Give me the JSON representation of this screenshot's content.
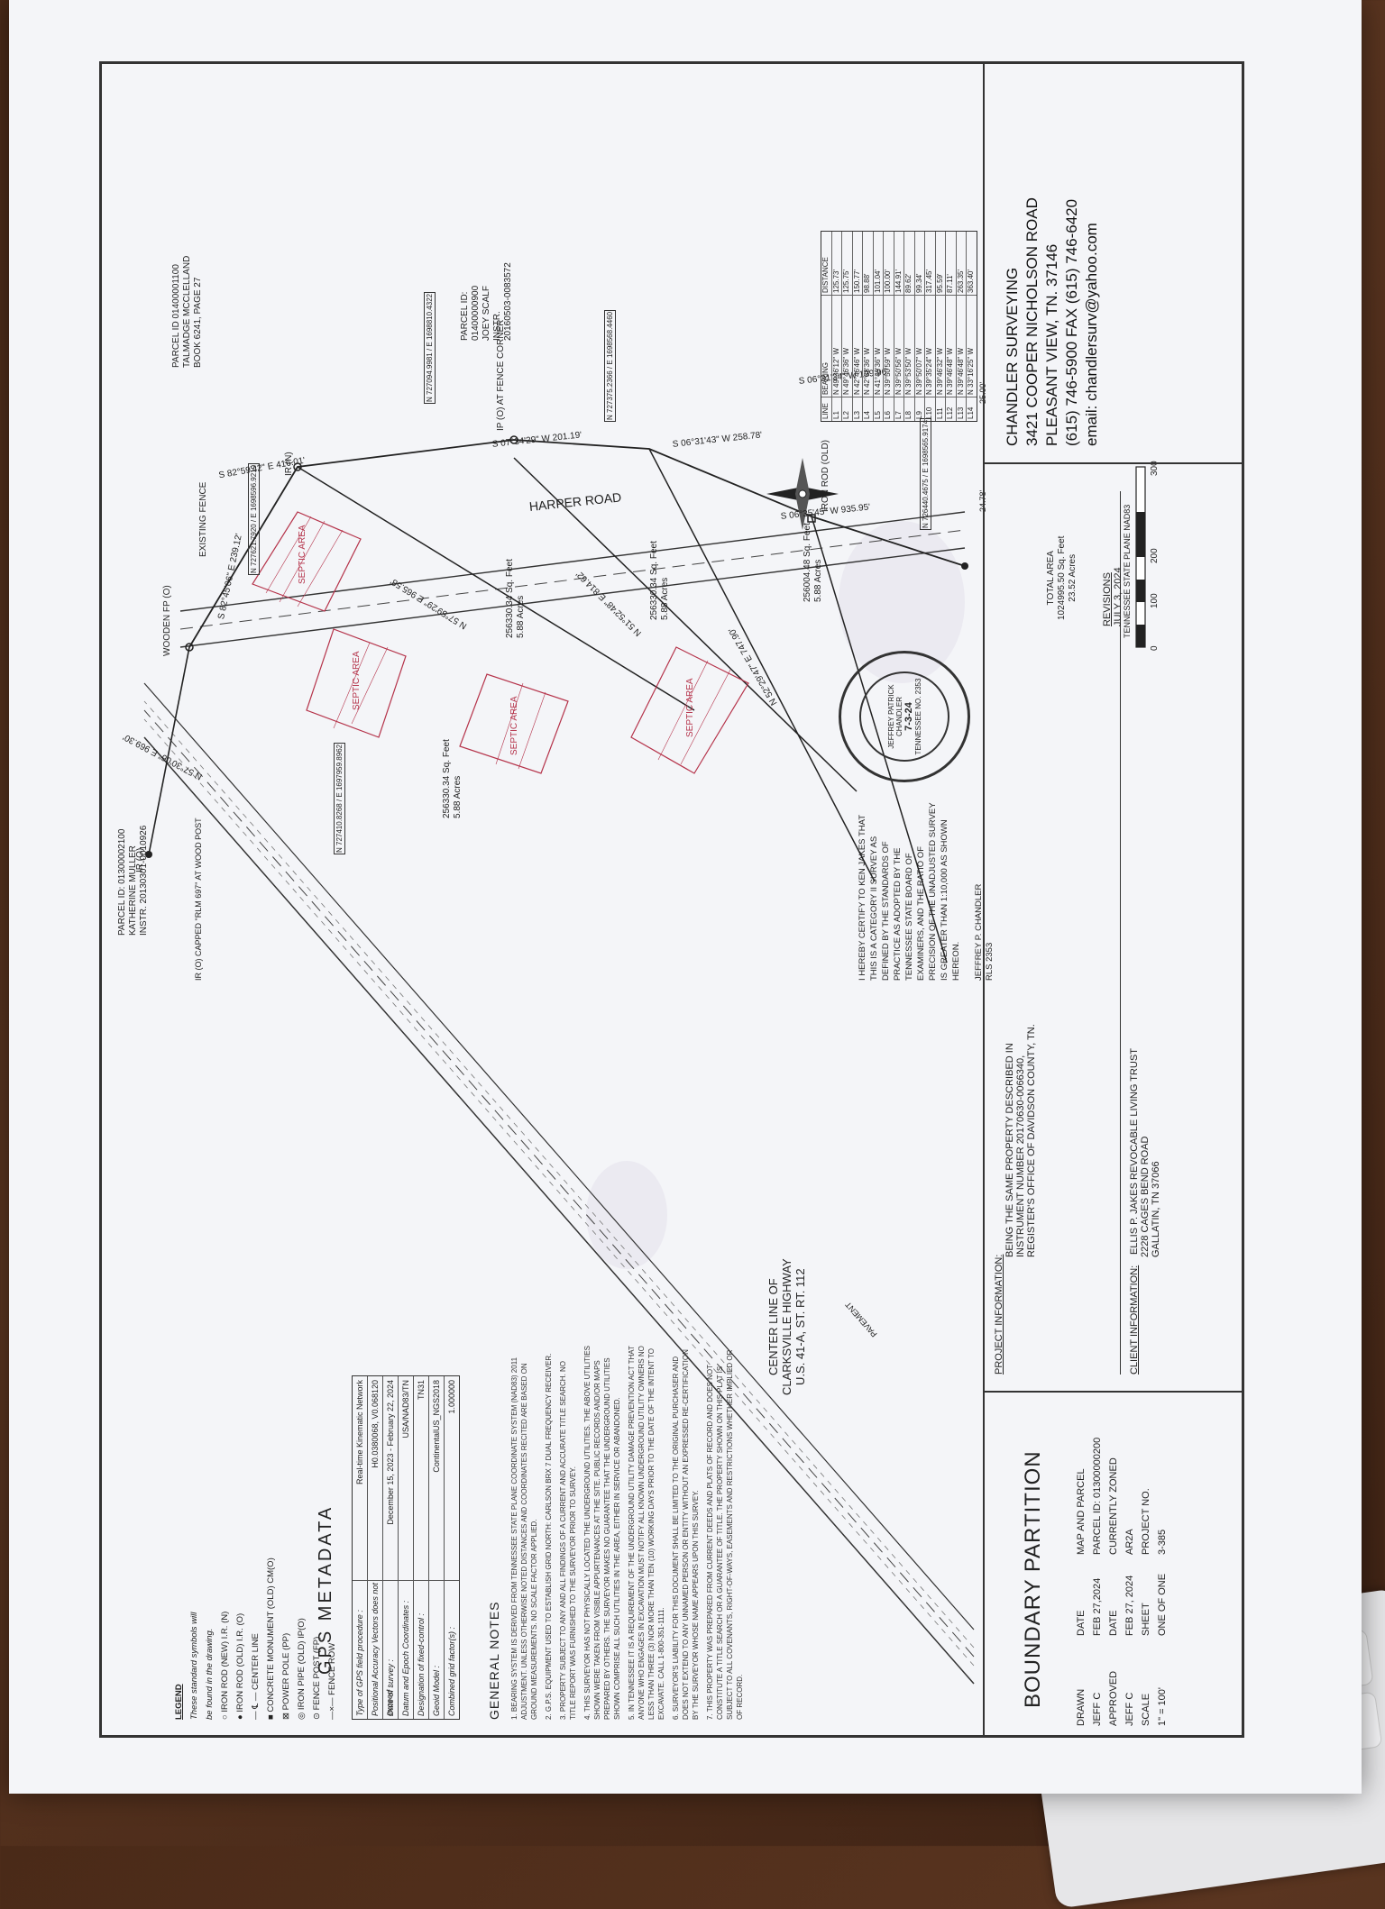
{
  "company": {
    "name": "CHANDLER SURVEYING",
    "address1": "3421 COOPER NICHOLSON ROAD",
    "address2": "PLEASANT VIEW, TN. 37146",
    "phone": "(615) 746-5900 FAX (615) 746-6420",
    "email": "email: chandlersurv@yahoo.com"
  },
  "project": {
    "heading": "PROJECT INFORMATION:",
    "text1": "BEING THE SAME PROPERTY DESCRIBED IN",
    "text2": "INSTRUMENT NUMBER 20170630-0066340,",
    "text3": "REGISTER'S OFFICE OF DAVIDSON COUNTY, TN.",
    "revisions_label": "REVISIONS",
    "revisions_date": "JULY 3, 2024"
  },
  "client": {
    "heading": "CLIENT INFORMATION:",
    "line1": "ELLIS P. JAKES REVOCABLE LIVING TRUST",
    "line2": "2228 CAGES BEND ROAD",
    "line3": "GALLATIN, TN 37066"
  },
  "titleblock": {
    "title": "BOUNDARY PARTITION",
    "drawn_label": "DRAWN",
    "drawn_by": "JEFF C",
    "date1_label": "DATE",
    "date1": "FEB 27,2024",
    "approved_label": "APPROVED",
    "approved_by": "JEFF C",
    "date2_label": "DATE",
    "date2": "FEB 27, 2024",
    "scale_label": "SCALE",
    "scale": "1\" = 100'",
    "sheet_label": "SHEET",
    "sheet": "ONE OF ONE",
    "map_label": "MAP AND PARCEL",
    "parcel": "PARCEL ID: 01300000200",
    "zoned_label": "CURRENTLY ZONED",
    "zoned": "AR2A",
    "project_no_label": "PROJECT NO.",
    "project_no": "3-385"
  },
  "general_notes": {
    "heading": "GENERAL NOTES",
    "n1": "1. BEARING SYSTEM IS DERIVED FROM TENNESSEE STATE PLANE COORDINATE SYSTEM (NAD83) 2011 ADJUSTMENT. UNLESS OTHERWISE NOTED DISTANCES AND COORDINATES RECITED ARE BASED ON GROUND MEASUREMENTS. NO SCALE FACTOR APPLIED.",
    "n2": "2. G.P.S. EQUIPMENT USED TO ESTABLISH GRID NORTH: CARLSON BRX 7 DUAL FREQUENCY RECEIVER.",
    "n3": "3. PROPERTY SUBJECT TO ANY AND ALL FINDINGS OF A CURRENT AND ACCURATE TITLE SEARCH. NO TITLE REPORT WAS FURNISHED TO THE SURVEYOR PRIOR TO SURVEY.",
    "n4": "4. THIS SURVEYOR HAS NOT PHYSICALLY LOCATED THE UNDERGROUND UTILITIES. THE ABOVE UTILITIES SHOWN WERE TAKEN FROM VISIBLE APPURTENANCES AT THE SITE. PUBLIC RECORDS AND/OR MAPS PREPARED BY OTHERS. THE SURVEYOR MAKES NO GUARANTEE THAT THE UNDERGROUND UTILITIES SHOWN COMPRISE ALL SUCH UTILITIES IN THE AREA, EITHER IN SERVICE OR ABANDONED.",
    "n5": "5. IN TENNESSEE IT IS A REQUIREMENT OF THE UNDERGROUND UTILITY DAMAGE PREVENTION ACT THAT ANYONE WHO ENGAGES IN EXCAVATION MUST NOTIFY ALL KNOWN UNDERGROUND UTILITY OWNERS NO LESS THAN THREE (3) NOR MORE THAN TEN (10) WORKING DAYS PRIOR TO THE DATE OF THE INTENT TO EXCAVATE. CALL 1-800-351-1111.",
    "n6": "6. SURVEYOR'S LIABILITY FOR THIS DOCUMENT SHALL BE LIMITED TO THE ORIGINAL PURCHASER AND DOES NOT EXTEND TO ANY UNNAMED PERSON OR ENTITY WITHOUT AN EXPRESSED RE-CERTIFICATION BY THE SURVEYOR WHOSE NAME APPEARS UPON THIS SURVEY.",
    "n7": "7. THIS PROPERTY WAS PREPARED FROM CURRENT DEEDS AND PLATS OF RECORD AND DOES NOT CONSTITUTE A TITLE SEARCH OR A GUARANTEE OF TITLE. THE PROPERTY SHOWN ON THIS PLAT IS SUBJECT TO ALL COVENANTS, RIGHT-OF-WAYS, EASEMENTS AND RESTRICTIONS WHETHER IMPLIED OR OF RECORD."
  },
  "gps": {
    "heading": "GPS METADATA",
    "rows": [
      {
        "k": "Type of GPS field procedure :",
        "v": "Real-time Kinematic Network"
      },
      {
        "k": "Positional Accuracy Vectors does not exceed :",
        "v": "H0.0380068, V0.068120"
      },
      {
        "k": "Date of survey :",
        "v": "December 15, 2023 - February 22, 2024"
      },
      {
        "k": "Datum and Epoch Coordinates :",
        "v": "USA/NAD83/TN"
      },
      {
        "k": "Designation of fixed-control :",
        "v": "TN31"
      },
      {
        "k": "Geoid Model :",
        "v": "ContinentalUS_NGS2018"
      },
      {
        "k": "Combined grid factor(s) :",
        "v": "1.000000"
      }
    ]
  },
  "legend": {
    "heading": "LEGEND",
    "sub1": "These standard symbols will",
    "sub2": "be found in the drawing.",
    "items": [
      "IRON ROD (NEW) I.R. (N)",
      "IRON ROD (OLD) I.R. (O)",
      "CENTER LINE",
      "CONCRETE MONUMENT (OLD) CM(O)",
      "POWER POLE (PP)",
      "IRON PIPE (OLD) IP(O)",
      "FENCE POST (FP)",
      "FENCE ROW"
    ]
  },
  "map_labels": {
    "highway1": "CENTER LINE OF",
    "highway2": "CLARKSVILLE HIGHWAY",
    "highway3": "U.S. 41-A, ST. RT. 112",
    "harper": "HARPER ROAD",
    "pavement": "PAVEMENT",
    "parcel_north1": "PARCEL ID: 01300002100",
    "parcel_north2": "KATHERINE MULLER",
    "parcel_north3": "INSTR. 20130301-0010926",
    "parcel_ne1": "PARCEL ID 01400001100",
    "parcel_ne2": "TALMADGE MCCLELLAND",
    "parcel_ne3": "BOOK 6241, PAGE 27",
    "parcel_e1": "PARCEL ID:",
    "parcel_e2": "01400000900",
    "parcel_e3": "JOEY SCALF",
    "parcel_e4": "INSTR.",
    "parcel_e5": "20160503-0083572",
    "existing_fence": "EXISTING FENCE",
    "septic": "SEPTIC AREA",
    "lot1_area": "256330.34 Sq. Feet",
    "lot1_acres": "5.88 Acres",
    "lot2_area": "256330.34 Sq. Feet",
    "lot2_acres": "5.88 Acres",
    "lot3_area": "256330.34 Sq. Feet",
    "lot3_acres": "5.88 Acres",
    "lot4_area": "256004.48 Sq. Feet",
    "lot4_acres": "5.88 Acres",
    "total_area1": "TOTAL AREA",
    "total_area2": "1024995.50 Sq. Feet",
    "total_area3": "23.52 Acres",
    "brg1": "S 82°45'06\" E 239.12'",
    "brg2": "N 57°30'06\" E 969.30'",
    "brg3": "N 57°59'29\" E 965.58'",
    "brg4": "N 51°52'48\" E 814.62'",
    "brg5": "N 52°29'47\" E 747.90'",
    "brg6": "S 06°35'45\" W 935.95'",
    "brg7": "S 06°31'43\" W 258.78'",
    "brg8": "S 06°31'34\" W 199.96'",
    "brg9": "S 07°34'29\" W 201.19'",
    "brg10": "S 82°59'42\" E 416.01'",
    "wooden_fp": "WOODEN FP (O)",
    "ir_o": "IR (O)",
    "ir_n": "IR (N)",
    "ip_o": "IP (O) AT FENCE CORNER",
    "capped": "IR (O) CAPPED \"RLM 697\" AT WOOD POST",
    "iron_rod_old": "IRON ROD (OLD)",
    "coord1": "N 727410.8268 / E 1697959.8962",
    "coord2": "N 727621.7920 / E 1698596.9219",
    "coord3": "N 727094.9981 / E 1698810.4322",
    "coord4": "N 727375.2366 / E 1698568.4460",
    "coord5": "N 726440.4675 / E 1698565.9174",
    "scale_0": "0",
    "scale_100": "100",
    "scale_200": "200",
    "scale_300": "300",
    "scale_caption": "TENNESSEE STATE PLANE NAD83",
    "dim_25": "25.00'",
    "dim_24": "24.78'"
  },
  "certification": {
    "text": "I HEREBY CERTIFY TO KEN JAKES THAT THIS IS A CATEGORY II SURVEY AS DEFINED BY THE STANDARDS OF PRACTICE AS ADOPTED BY THE TENNESSEE STATE BOARD OF EXAMINERS, AND THE RATIO OF PRECISION OF THE UNADJUSTED SURVEY IS GREATER THAN 1:10,000 AS SHOWN HEREON.",
    "signer1": "JEFFREY P. CHANDLER",
    "signer2": "RLS 2353",
    "seal_top": "JEFFREY PATRICK CHANDLER",
    "seal_bottom": "TENNESSEE NO. 2353",
    "seal_date": "7-3-24"
  },
  "line_table": {
    "headers": [
      "LINE",
      "BEARING",
      "DISTANCE"
    ],
    "rows": [
      [
        "L1",
        "N 49°36'12\" W",
        "125.73'"
      ],
      [
        "L2",
        "N 49°46'36\" W",
        "125.75'"
      ],
      [
        "L3",
        "N 42°46'46\" W",
        "150.77'"
      ],
      [
        "L4",
        "N 42°58'36\" W",
        "98.88'"
      ],
      [
        "L5",
        "N 41°49'36\" W",
        "101.04'"
      ],
      [
        "L6",
        "N 39°50'59\" W",
        "100.00'"
      ],
      [
        "L7",
        "N 39°50'56\" W",
        "144.91'"
      ],
      [
        "L8",
        "N 39°53'50\" W",
        "89.62'"
      ],
      [
        "L9",
        "N 39°50'07\" W",
        "99.34'"
      ],
      [
        "L10",
        "N 39°35'24\" W",
        "317.45'"
      ],
      [
        "L11",
        "N 39°46'32\" W",
        "95.59'"
      ],
      [
        "L12",
        "N 39°46'48\" W",
        "87.11'"
      ],
      [
        "L13",
        "N 39°46'48\" W",
        "263.35'"
      ],
      [
        "L14",
        "N 33°16'25\" W",
        "363.40'"
      ]
    ]
  }
}
